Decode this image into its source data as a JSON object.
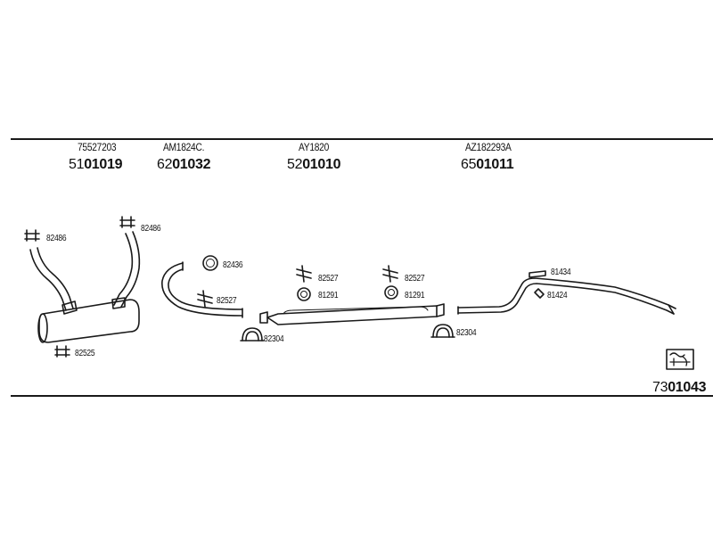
{
  "groups": [
    {
      "top_code": "75527203",
      "prefix": "51",
      "number": "01019"
    },
    {
      "top_code": "AM1824C.",
      "prefix": "62",
      "number": "01032"
    },
    {
      "top_code": "AY1820",
      "prefix": "52",
      "number": "01010"
    },
    {
      "top_code": "AZ182293A",
      "prefix": "65",
      "number": "01011"
    }
  ],
  "part_labels": {
    "l82486_left": "82486",
    "l82486_right": "82486",
    "l82525": "82525",
    "l82436": "82436",
    "l82527_a": "82527",
    "l82304_a": "82304",
    "l82527_b": "82527",
    "l81291_a": "81291",
    "l82527_c": "82527",
    "l81291_b": "81291",
    "l82304_b": "82304",
    "l81434": "81434",
    "l81424": "81424"
  },
  "kit": {
    "prefix": "73",
    "number": "01043"
  }
}
